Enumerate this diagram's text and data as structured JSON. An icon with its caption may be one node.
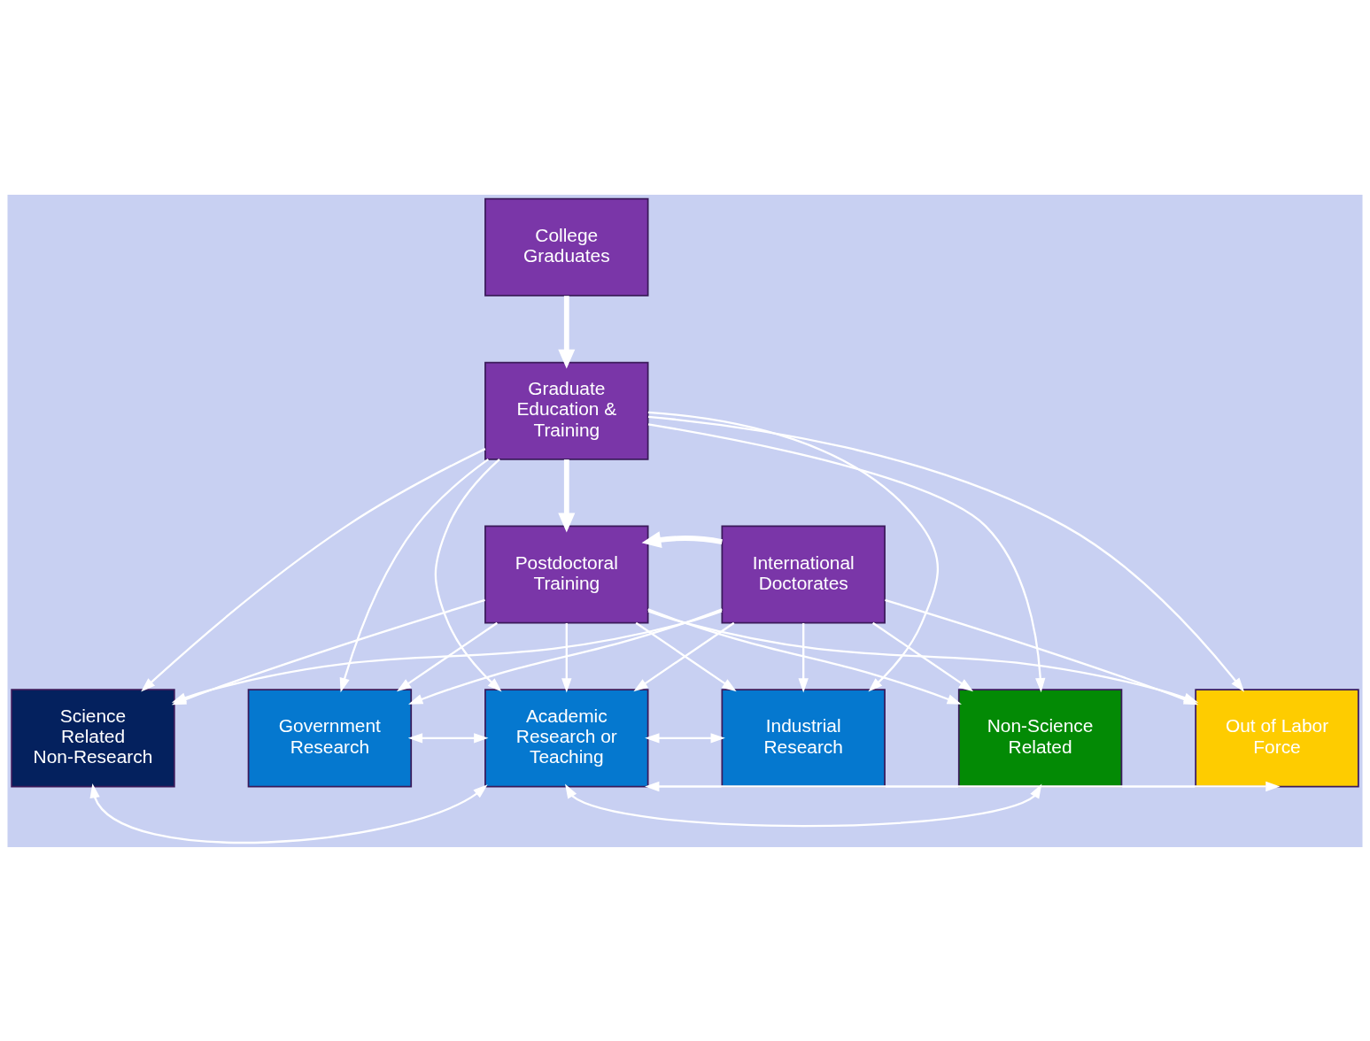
{
  "diagram": {
    "nodes": [
      {
        "text": [
          "College Graduates"
        ]
      },
      {
        "text": [
          "Graduate Education & Training"
        ]
      },
      {
        "text": [
          "Postdoctoral Training"
        ]
      },
      {
        "text": [
          "International Doctorates"
        ]
      },
      {
        "text": [
          "Science Related Non-Research"
        ]
      },
      {
        "text": [
          "Government Research"
        ]
      },
      {
        "text": [
          "Academic Research or Teaching"
        ]
      },
      {
        "text": [
          "Industrial Research"
        ]
      },
      {
        "text": [
          "Non-Science Related"
        ]
      },
      {
        "text": [
          "Out of Labor Force"
        ]
      }
    ],
    "edges": [
      {
        "from": 0,
        "to": 1,
        "arrow": "to",
        "style": "thick"
      },
      {
        "from": 1,
        "to": 2,
        "arrow": "to",
        "style": "thick"
      },
      {
        "from": 3,
        "to": 2,
        "arrow": "to",
        "style": "thick"
      },
      {
        "from": 1,
        "to": 4,
        "arrow": "to"
      },
      {
        "from": 1,
        "to": 5,
        "arrow": "to"
      },
      {
        "from": 1,
        "to": 6,
        "arrow": "to"
      },
      {
        "from": 1,
        "to": 7,
        "arrow": "to"
      },
      {
        "from": 1,
        "to": 8,
        "arrow": "to"
      },
      {
        "from": 1,
        "to": 9,
        "arrow": "to"
      },
      {
        "from": 2,
        "to": 4,
        "arrow": "to"
      },
      {
        "from": 2,
        "to": 5,
        "arrow": "to"
      },
      {
        "from": 2,
        "to": 6,
        "arrow": "to"
      },
      {
        "from": 2,
        "to": 7,
        "arrow": "to"
      },
      {
        "from": 2,
        "to": 8,
        "arrow": "to"
      },
      {
        "from": 2,
        "to": 9,
        "arrow": "to"
      },
      {
        "from": 3,
        "to": 4,
        "arrow": "to"
      },
      {
        "from": 3,
        "to": 5,
        "arrow": "to"
      },
      {
        "from": 3,
        "to": 6,
        "arrow": "to"
      },
      {
        "from": 3,
        "to": 7,
        "arrow": "to"
      },
      {
        "from": 3,
        "to": 8,
        "arrow": "to"
      },
      {
        "from": 3,
        "to": 9,
        "arrow": "to"
      },
      {
        "from": 6,
        "to": 4,
        "arrow": "both"
      },
      {
        "from": 6,
        "to": 5,
        "arrow": "both"
      },
      {
        "from": 6,
        "to": 7,
        "arrow": "both"
      },
      {
        "from": 6,
        "to": 8,
        "arrow": "both"
      },
      {
        "from": 6,
        "to": 9,
        "arrow": "both"
      }
    ]
  }
}
